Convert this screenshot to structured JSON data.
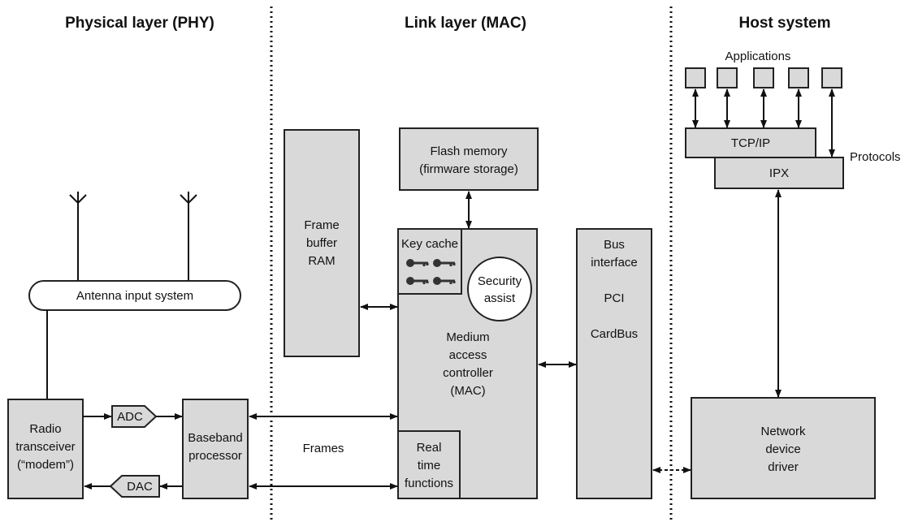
{
  "headers": {
    "phy": "Physical layer (PHY)",
    "mac": "Link layer (MAC)",
    "host": "Host system"
  },
  "labels": {
    "antenna_input": "Antenna input system",
    "radio_1": "Radio",
    "radio_2": "transceiver",
    "radio_3": "(“modem”)",
    "adc": "ADC",
    "dac": "DAC",
    "baseband_1": "Baseband",
    "baseband_2": "processor",
    "frames": "Frames",
    "frame_buffer_1": "Frame",
    "frame_buffer_2": "buffer",
    "frame_buffer_3": "RAM",
    "flash_1": "Flash memory",
    "flash_2": "(firmware storage)",
    "key_cache": "Key cache",
    "security_1": "Security",
    "security_2": "assist",
    "mac_1": "Medium",
    "mac_2": "access",
    "mac_3": "controller",
    "mac_4": "(MAC)",
    "realtime_1": "Real",
    "realtime_2": "time",
    "realtime_3": "functions",
    "bus_1": "Bus",
    "bus_2": "interface",
    "bus_pci": "PCI",
    "bus_cardbus": "CardBus",
    "applications": "Applications",
    "tcpip": "TCP/IP",
    "ipx": "IPX",
    "protocols": "Protocols",
    "driver_1": "Network",
    "driver_2": "device",
    "driver_3": "driver"
  }
}
